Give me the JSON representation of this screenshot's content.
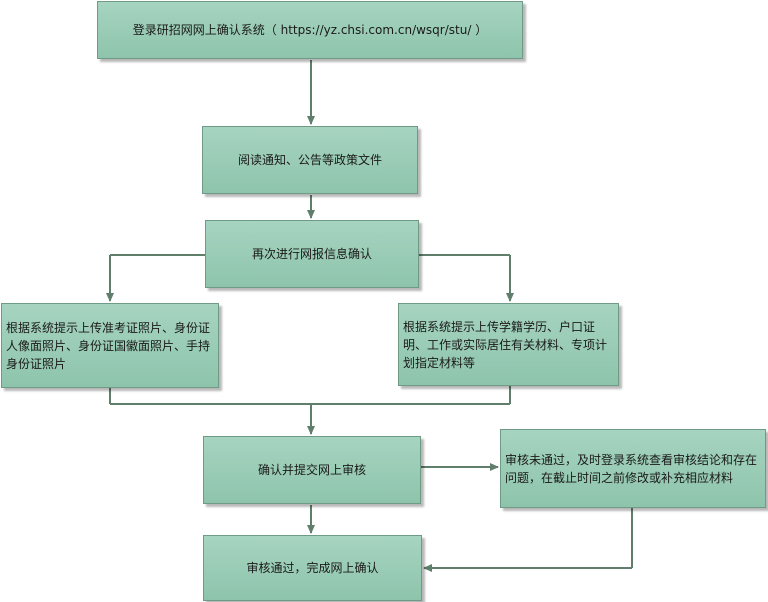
{
  "nodes": {
    "login": "登录研招网网上确认系统（ https://yz.chsi.com.cn/wsqr/stu/ ）",
    "read_notice": "阅读通知、公告等政策文件",
    "reconfirm": "再次进行网报信息确认",
    "upload_photos": "根据系统提示上传准考证照片、身份证人像面照片、身份证国徽面照片、手持身份证照片",
    "upload_materials": "根据系统提示上传学籍学历、户口证明、工作或实际居住有关材料、专项计划指定材料等",
    "submit_review": "确认并提交网上审核",
    "review_failed": "审核未通过，及时登录系统查看审核结论和存在问题，在截止时间之前修改或补充相应材料",
    "review_passed": "审核通过，完成网上确认"
  }
}
